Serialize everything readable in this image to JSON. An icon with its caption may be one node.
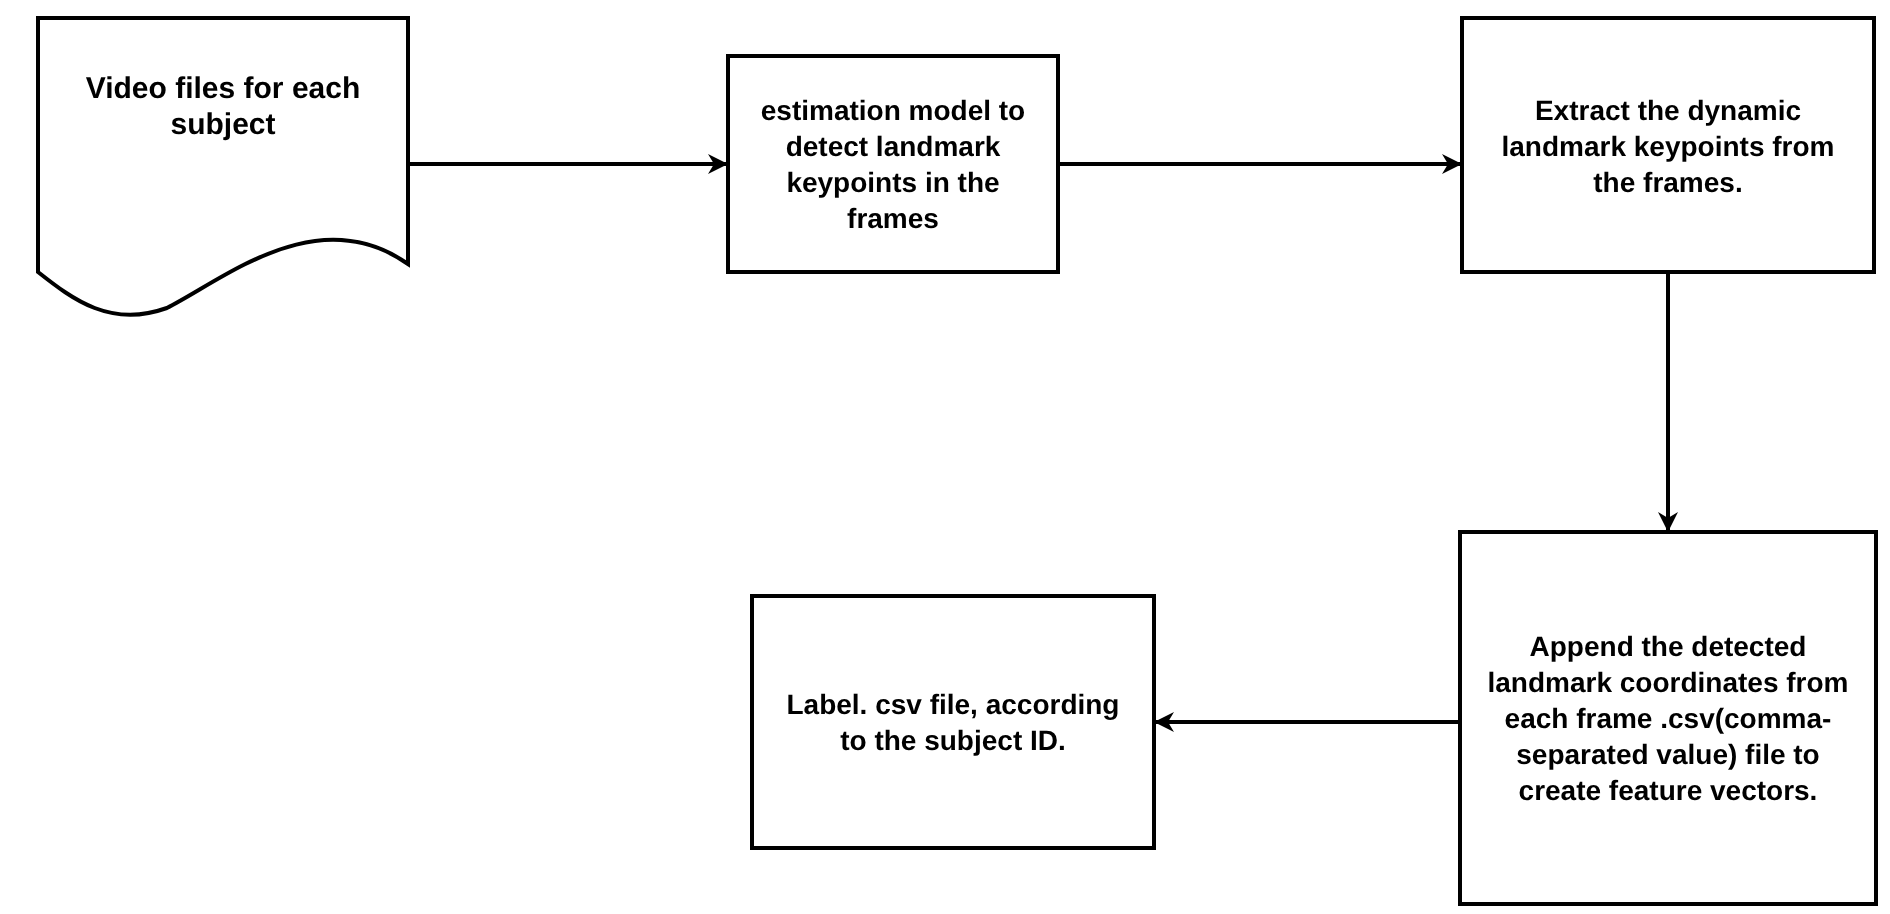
{
  "diagram": {
    "nodes": [
      {
        "text": [
          "Video files for each subject"
        ]
      },
      {
        "text": [
          "estimation model to detect landmark keypoints in the frames"
        ]
      },
      {
        "text": [
          "Extract the dynamic landmark keypoints from the frames."
        ]
      },
      {
        "text": [
          "Append the detected landmark coordinates from each frame .csv(comma-separated value) file to create feature vectors."
        ]
      },
      {
        "text": [
          "Label. csv file, according to the subject ID."
        ]
      }
    ],
    "edges": [
      {
        "from": 0,
        "to": 1,
        "arrow": "to"
      },
      {
        "from": 1,
        "to": 2,
        "arrow": "to"
      },
      {
        "from": 2,
        "to": 3,
        "arrow": "to"
      },
      {
        "from": 3,
        "to": 4,
        "arrow": "to"
      }
    ]
  }
}
